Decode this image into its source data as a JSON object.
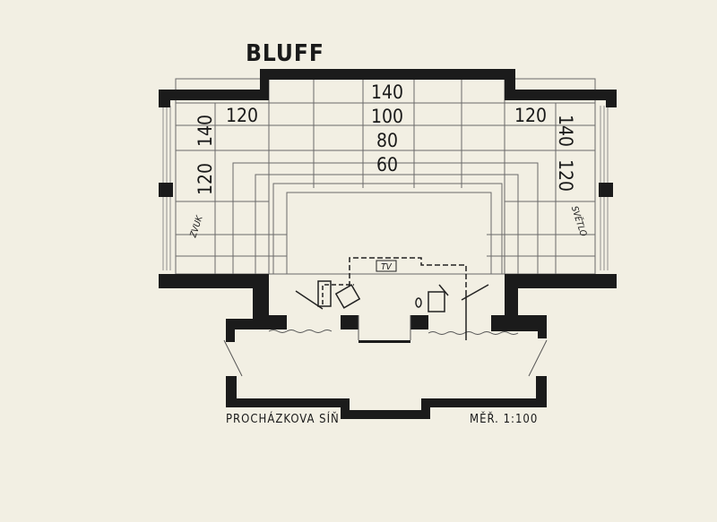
{
  "plan": {
    "title": "BLUFF",
    "center_levels": [
      "140",
      "100",
      "80",
      "60"
    ],
    "left_top_label": "120",
    "right_top_label": "120",
    "left_side_labels": [
      "140",
      "120"
    ],
    "right_side_labels": [
      "140",
      "120"
    ],
    "zvuk": "ZVUK",
    "svetlo": "SVĚTLO",
    "tv": "TV",
    "hall_name": "PROCHÁZKOVA SÍŇ",
    "scale": "MĚŘ. 1:100"
  }
}
